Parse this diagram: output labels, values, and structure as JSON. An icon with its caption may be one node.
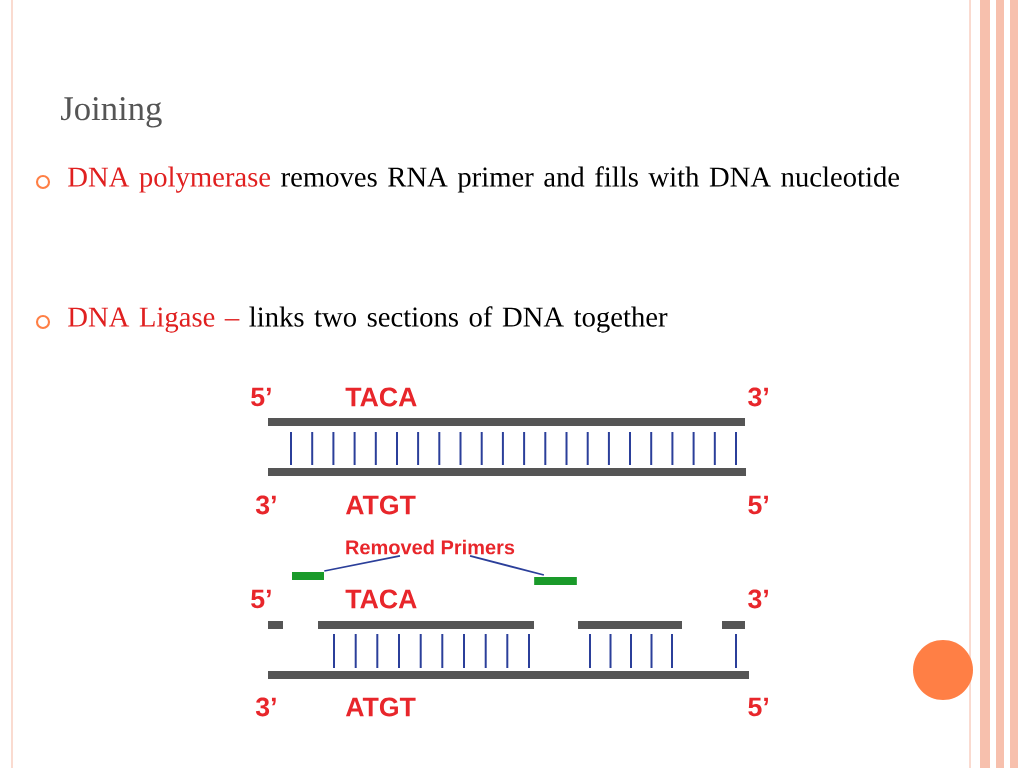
{
  "diagram": {
    "title": "Joining",
    "nodes": [
      {
        "text": [
          "Removed Primers"
        ]
      },
      {
        "text": [],
        "shape": "bar"
      },
      {
        "text": [],
        "shape": "bar"
      }
    ],
    "edges": [
      {
        "from": 0,
        "to": 1,
        "arrow": "none"
      },
      {
        "from": 0,
        "to": 2,
        "arrow": "none"
      }
    ],
    "labels": [
      "DNA polymerase",
      "removes RNA primer and fills with DNA nucleotide",
      "DNA Ligase –",
      "links two sections of DNA together",
      "5’",
      "TACA",
      "3’",
      "3’",
      "ATGT",
      "5’",
      "5’",
      "TACA",
      "3’",
      "3’",
      "ATGT",
      "5’"
    ]
  }
}
